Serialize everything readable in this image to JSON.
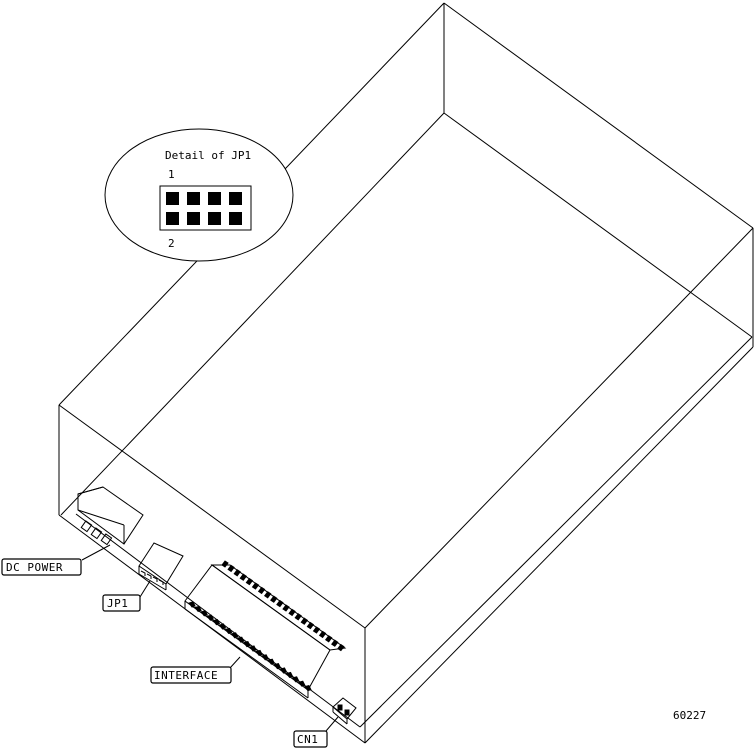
{
  "diagram": {
    "detail": {
      "title": "Detail of JP1",
      "pin_top": "1",
      "pin_bottom": "2",
      "pin_count": 8
    },
    "callouts": {
      "dc_power": "DC POWER",
      "jp1": "JP1",
      "interface": "INTERFACE",
      "cn1": "CN1"
    },
    "figure_number": "60227",
    "colors": {
      "line": "#000000",
      "background": "#ffffff"
    }
  }
}
